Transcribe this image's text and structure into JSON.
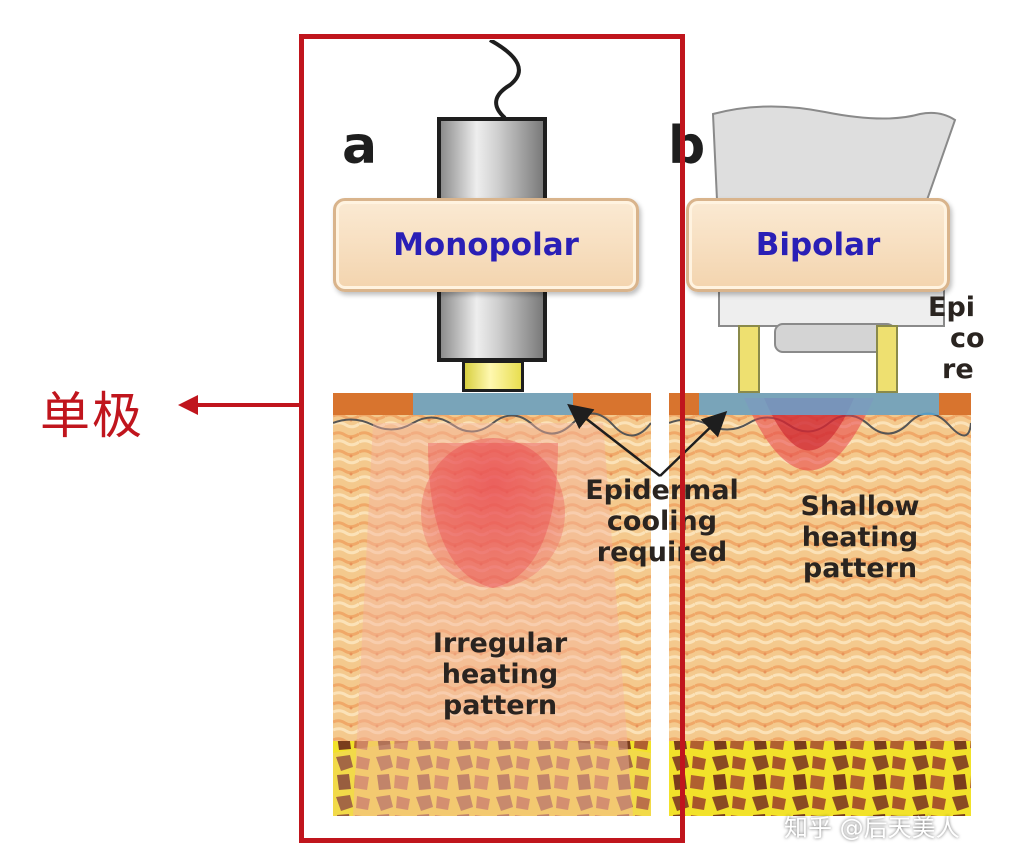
{
  "panel_a": {
    "letter": "a",
    "device_label": "Monopolar",
    "heating_text_lines": [
      "Irregular",
      "heating",
      "pattern"
    ]
  },
  "panel_b": {
    "letter": "b",
    "device_label": "Bipolar",
    "heating_text_lines": [
      "Shallow",
      "heating",
      "pattern"
    ],
    "cropped_text_lines": [
      "Epi",
      "co",
      "re"
    ]
  },
  "shared_annotation_lines": [
    "Epidermal",
    "cooling",
    "required"
  ],
  "callout": {
    "text": "单极",
    "color": "#c0151d"
  },
  "watermark": "知乎 @后天美人",
  "colors": {
    "highlight_box": "#c0151d",
    "device_label_text": "#2a1fb6",
    "heat_zone": "#e8404a",
    "cooling_layer": "#5ab4e8"
  }
}
